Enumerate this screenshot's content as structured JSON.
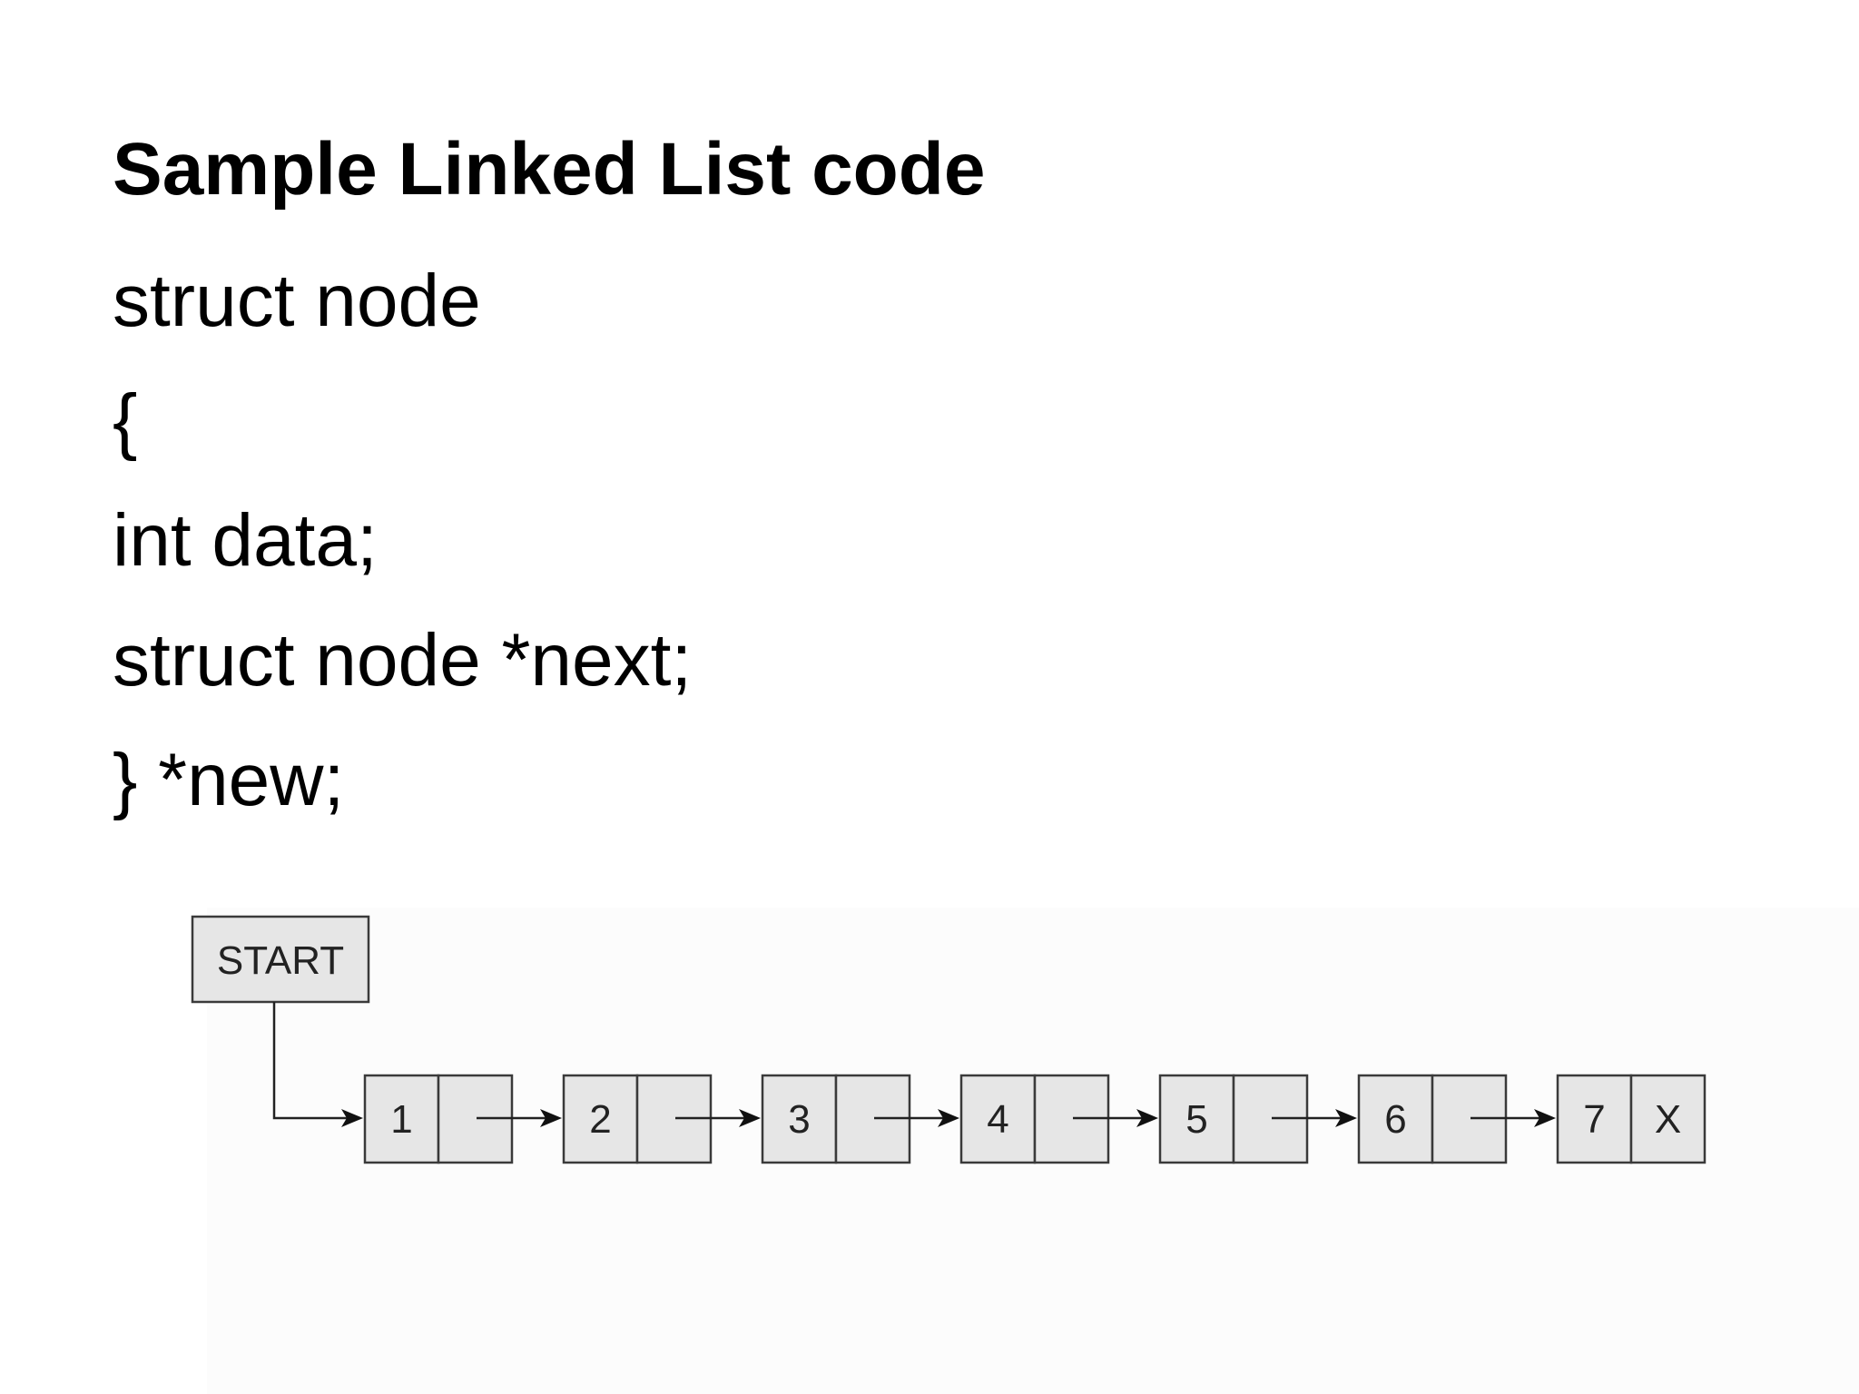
{
  "slide": {
    "title": "Sample Linked List code",
    "code_lines": [
      "struct node",
      "{",
      "int data;",
      "struct node *next;",
      "} *new;"
    ]
  },
  "diagram": {
    "head_label": "START",
    "nodes": [
      {
        "data": "1",
        "next": ""
      },
      {
        "data": "2",
        "next": ""
      },
      {
        "data": "3",
        "next": ""
      },
      {
        "data": "4",
        "next": ""
      },
      {
        "data": "5",
        "next": ""
      },
      {
        "data": "6",
        "next": ""
      },
      {
        "data": "7",
        "next": "X"
      }
    ]
  }
}
